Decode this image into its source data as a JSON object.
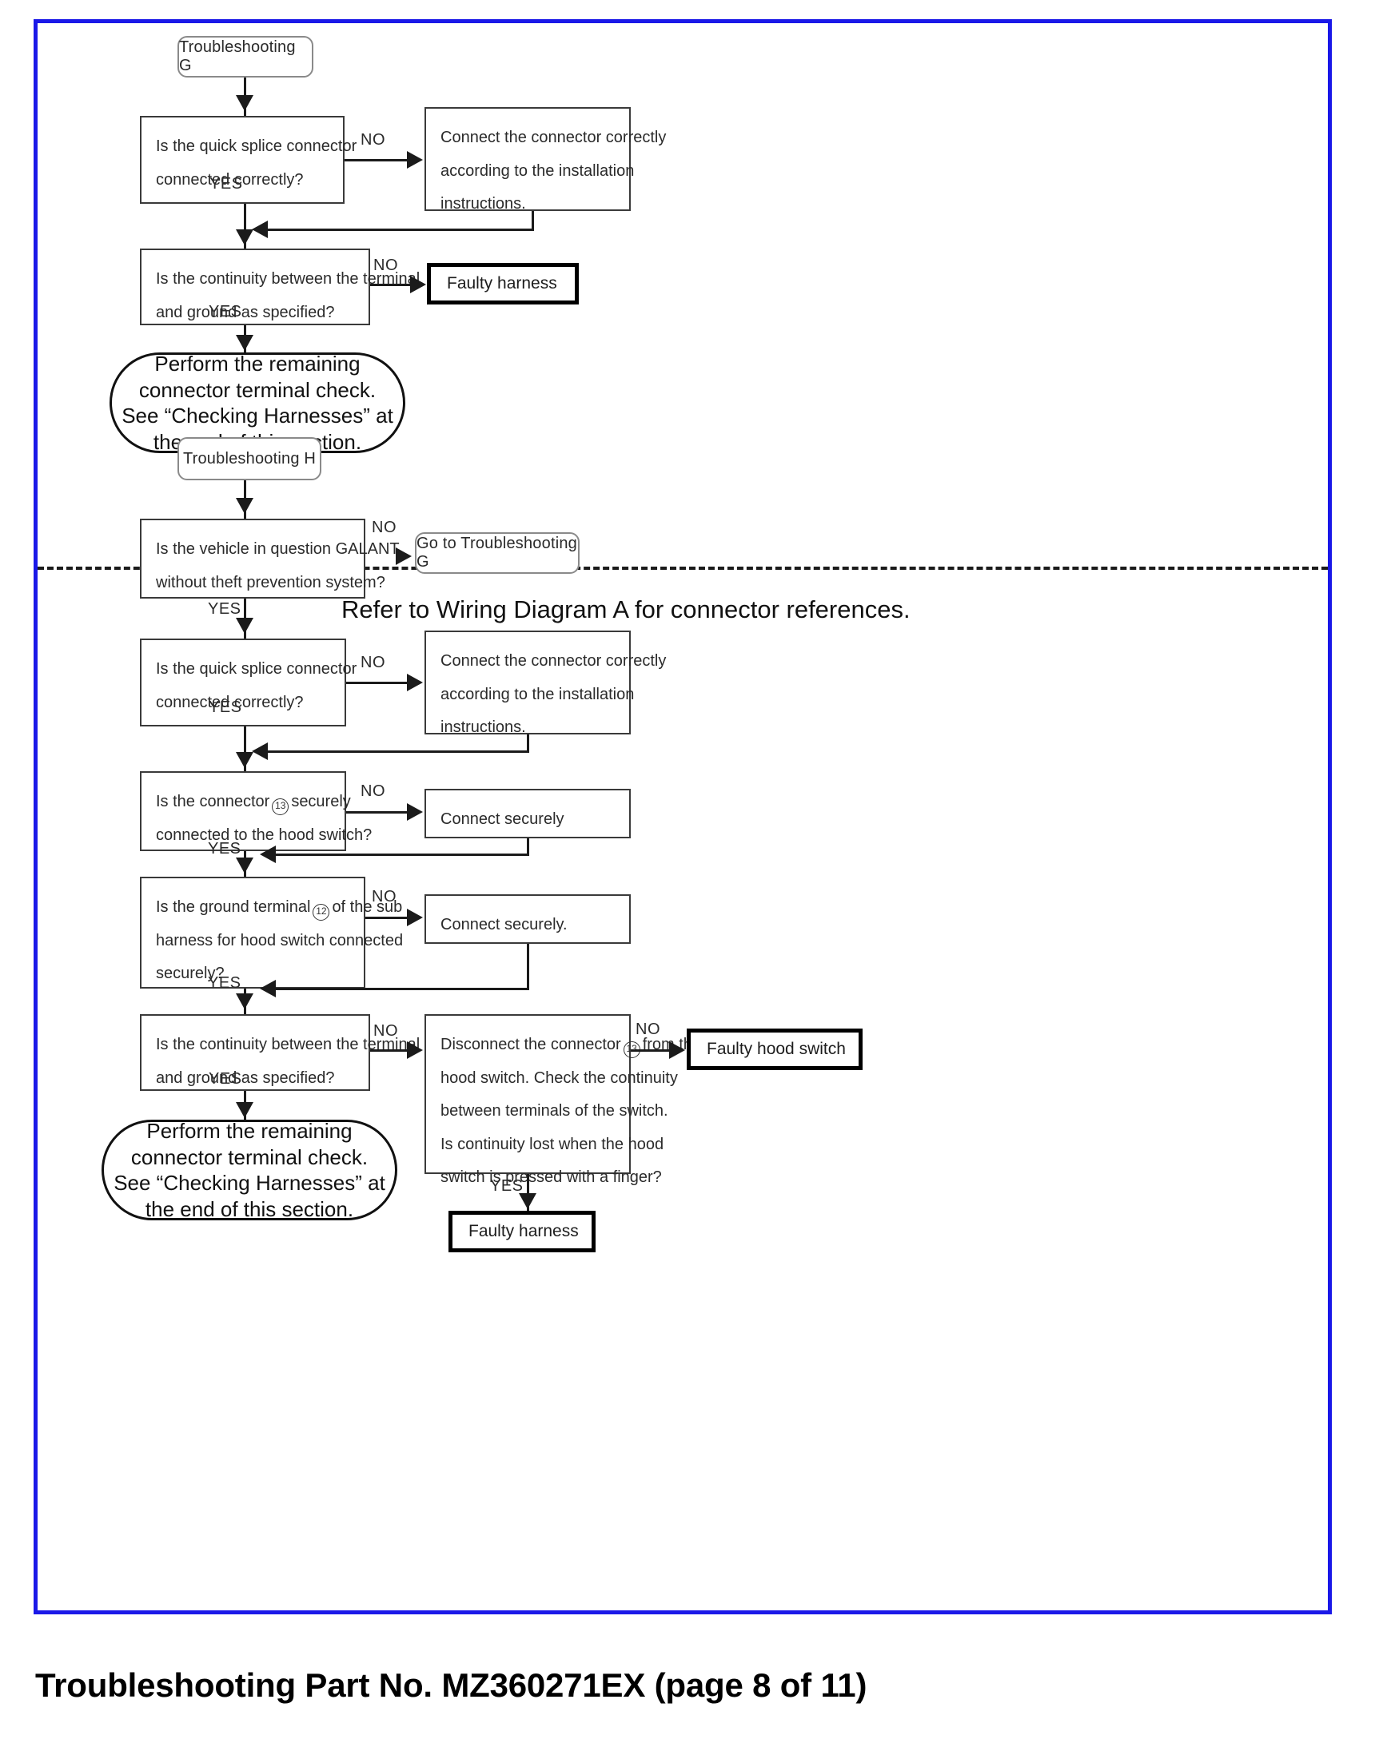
{
  "caption": "Troubleshooting Part No. MZ360271EX (page 8 of 11)",
  "section_g": {
    "start": "Troubleshooting G",
    "d1": {
      "line1": "Is the quick splice connector",
      "line2": "connected correctly?"
    },
    "d1_no": "NO",
    "d1_yes": "YES",
    "a1": {
      "line1": "Connect the connector correctly",
      "line2": "according to the installation",
      "line3": "instructions."
    },
    "d2": {
      "line1": "Is the continuity between the terminal",
      "line2": "and ground as specified?"
    },
    "d2_no": "NO",
    "d2_yes": "YES",
    "fault1": "Faulty harness",
    "end_note": "Perform the remaining connector terminal check.\nSee “Checking Harnesses” at the end of this section."
  },
  "section_h": {
    "start": "Troubleshooting H",
    "reference_note": "Refer to Wiring Diagram A for connector references.",
    "d1": {
      "line1": "Is the vehicle in question GALANT",
      "line2": "without theft prevention system?"
    },
    "d1_no": "NO",
    "d1_yes": "YES",
    "goto": "Go to Troubleshooting G",
    "d2": {
      "line1": "Is the quick splice connector",
      "line2": "connected correctly?"
    },
    "d2_no": "NO",
    "d2_yes": "YES",
    "a2": {
      "line1": "Connect the connector correctly",
      "line2": "according to the installation",
      "line3": "instructions."
    },
    "d3": {
      "pre": "Is the connector",
      "ref": "13",
      "post": "securely",
      "line2": "connected to the hood switch?"
    },
    "d3_no": "NO",
    "d3_yes": "YES",
    "a3": "Connect securely",
    "d4": {
      "pre": "Is the ground terminal",
      "ref": "12",
      "post": "of the sub",
      "line2": "harness for hood switch connected",
      "line3": "securely?"
    },
    "d4_no": "NO",
    "d4_yes": "YES",
    "a4": "Connect securely.",
    "d5": {
      "line1": "Is the continuity between the terminal",
      "line2": "and ground as specified?"
    },
    "d5_no": "NO",
    "d5_yes": "YES",
    "a5": {
      "pre": "Disconnect the connector",
      "ref": "13",
      "post": "from the",
      "line2": "hood switch. Check the continuity",
      "line3": "between terminals of the switch.",
      "line4": "Is continuity lost when the hood",
      "line5": "switch is pressed with a finger?"
    },
    "a5_no": "NO",
    "a5_yes": "YES",
    "fault_switch": "Faulty hood switch",
    "fault_harness": "Faulty harness",
    "end_note": "Perform the remaining connector terminal check.\nSee “Checking Harnesses” at the end of this section."
  },
  "colors": {
    "frame": "#1a18e8",
    "line": "#1b1b1b",
    "text": "#2b2b2b"
  }
}
